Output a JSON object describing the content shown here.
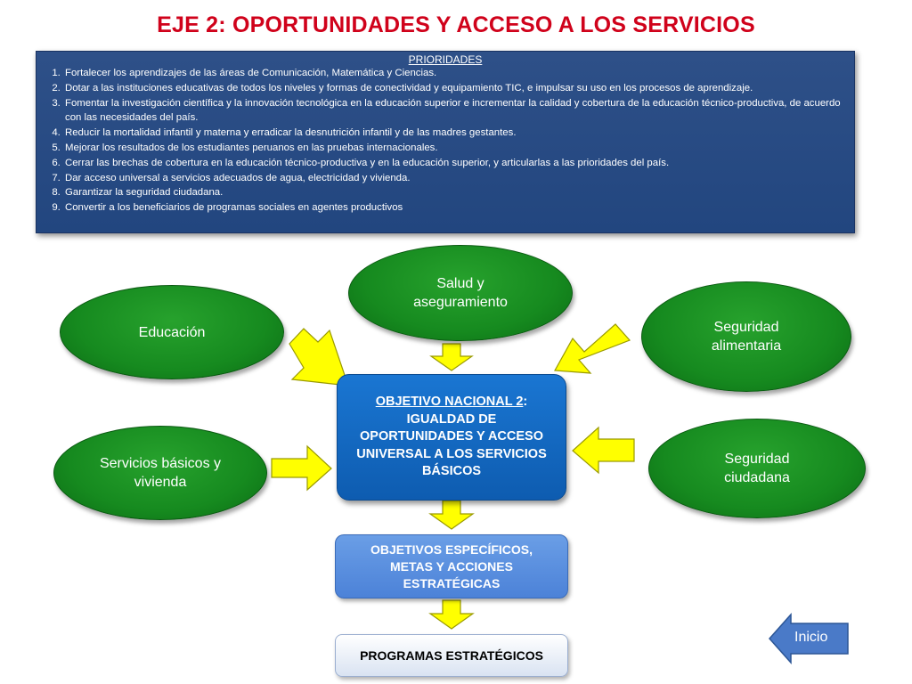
{
  "title": "EJE 2: OPORTUNIDADES Y ACCESO A LOS SERVICIOS",
  "priorities": {
    "heading": "PRIORIDADES",
    "items": [
      "Fortalecer los aprendizajes de las áreas de Comunicación, Matemática y Ciencias.",
      "Dotar a las instituciones educativas de todos los niveles y formas de conectividad y equipamiento TIC, e impulsar su uso en los procesos de aprendizaje.",
      "Fomentar la investigación científica y la innovación tecnológica en la educación superior e incrementar la calidad y cobertura de la educación técnico-productiva, de acuerdo con las necesidades del país.",
      "Reducir la mortalidad infantil y materna y erradicar la desnutrición infantil y de las madres gestantes.",
      "Mejorar los resultados de los estudiantes peruanos en las pruebas internacionales.",
      "Cerrar las brechas de cobertura en la educación técnico-productiva y en la educación superior, y articularlas a las prioridades del país.",
      "Dar acceso universal a servicios adecuados de agua, electricidad y vivienda.",
      "Garantizar la seguridad ciudadana.",
      "Convertir a los beneficiarios de programas sociales en agentes productivos"
    ]
  },
  "nodes": {
    "salud": "Salud y aseguramiento",
    "educacion": "Educación",
    "seguridad_alimentaria": "Seguridad alimentaria",
    "servicios": "Servicios básicos y vivienda",
    "seguridad_ciudadana": "Seguridad ciudadana"
  },
  "objective": {
    "label": "OBJETIVO NACIONAL 2",
    "separator": ":",
    "text": "IGUALDAD DE OPORTUNIDADES Y ACCESO UNIVERSAL A LOS SERVICIOS BÁSICOS"
  },
  "specific_objectives": "OBJETIVOS ESPECÍFICOS, METAS Y ACCIONES ESTRATÉGICAS",
  "programs": "PROGRAMAS ESTRATÉGICOS",
  "home_button": "Inicio",
  "colors": {
    "title": "#d0021b",
    "priorities_bg": "#2a4c85",
    "node_green": "#168a1f",
    "objective_blue": "#1268c4",
    "arrow_yellow": "#ffff00"
  }
}
